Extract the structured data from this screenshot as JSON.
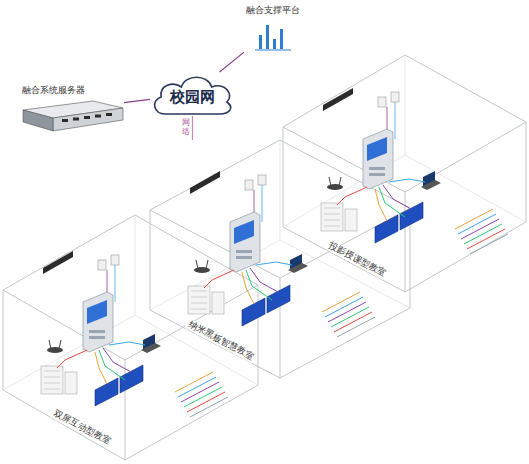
{
  "diagram": {
    "nodes": [
      {
        "text": [
          "融合支撑平台"
        ]
      },
      {
        "text": [
          "融合系统服务器"
        ]
      },
      {
        "text": [
          "校园网"
        ]
      },
      {
        "text": [
          "双屏互动型教室"
        ]
      },
      {
        "text": [
          "纳米黑板智慧教室"
        ]
      },
      {
        "text": [
          "投影授课型教室"
        ]
      }
    ],
    "edges": [
      {
        "from": 1,
        "to": 2,
        "arrow": "none"
      },
      {
        "from": 2,
        "to": 0,
        "arrow": "none"
      },
      {
        "from": 2,
        "to": 4,
        "label": "网络",
        "arrow": "none"
      }
    ]
  }
}
